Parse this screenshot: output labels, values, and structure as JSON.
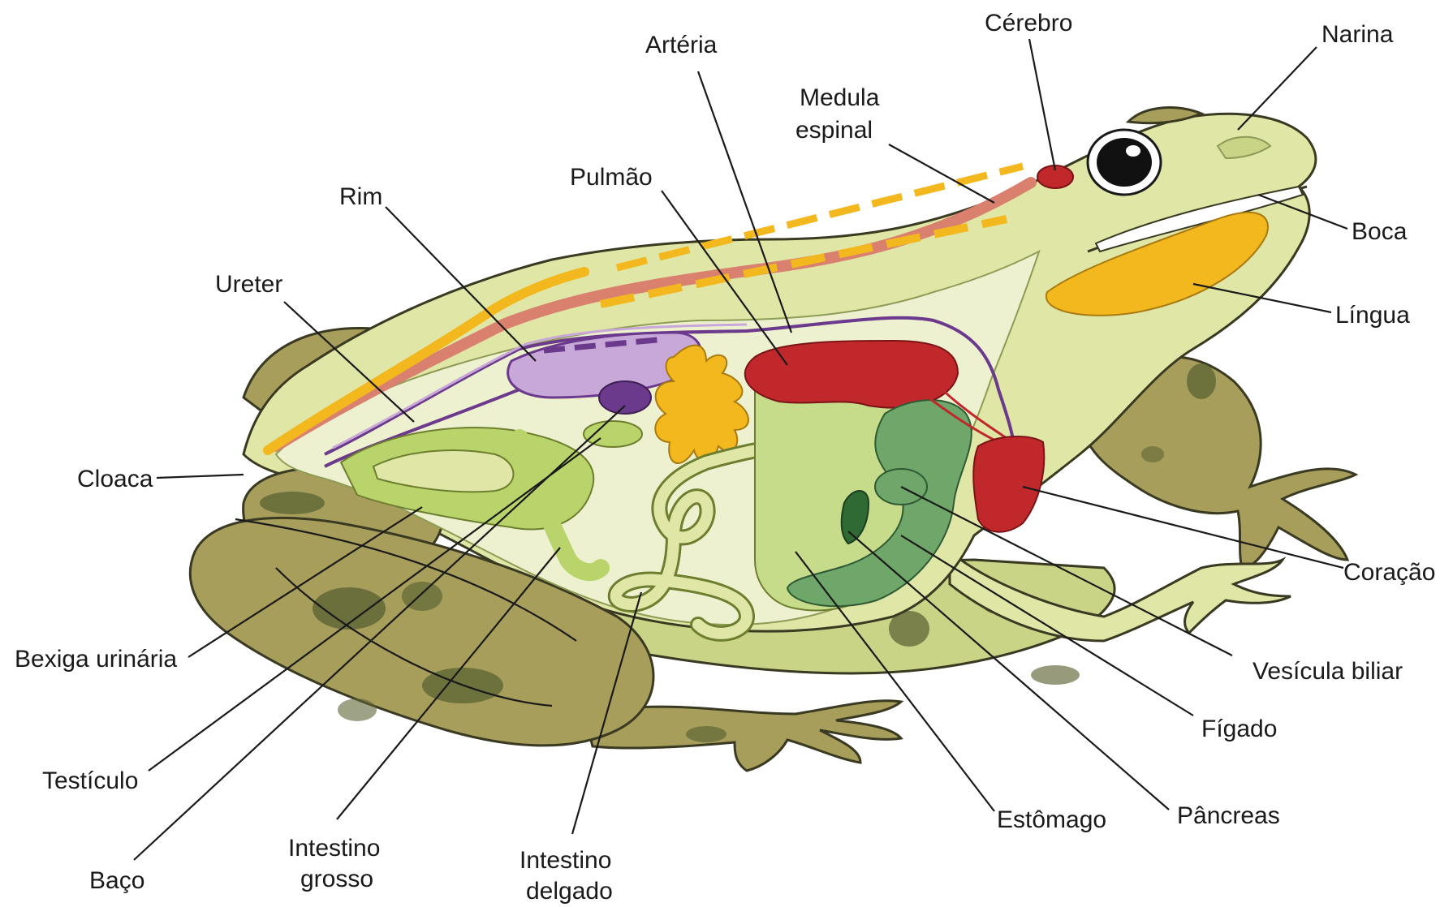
{
  "labels": {
    "arteria": "Artéria",
    "cerebro": "Cérebro",
    "narina": "Narina",
    "medula_1": "Medula",
    "medula_2": "espinal",
    "pulmao": "Pulmão",
    "rim": "Rim",
    "boca": "Boca",
    "ureter": "Ureter",
    "lingua": "Língua",
    "cloaca": "Cloaca",
    "coracao": "Coração",
    "bexiga": "Bexiga urinária",
    "vesicula": "Vesícula biliar",
    "figado": "Fígado",
    "testiculo": "Testículo",
    "estomago": "Estômago",
    "pancreas": "Pâncreas",
    "baco": "Baço",
    "int_grosso_1": "Intestino",
    "int_grosso_2": "grosso",
    "int_delgado_1": "Intestino",
    "int_delgado_2": "delgado"
  },
  "colors": {
    "body": "#dfe6a6",
    "body_dark": "#c9d487",
    "skin_olive": "#a79e5c",
    "spots": "#5f6636",
    "organ_green": "#b9d46a",
    "stomach": "#c7dc8a",
    "liver": "#6fa66a",
    "pancreas": "#2f6a34",
    "red_organs": "#c0282b",
    "spinal_cord": "#d9806f",
    "yellow": "#f2b81e",
    "purple_light": "#c8a8d8",
    "purple_dark": "#6c3a8c"
  }
}
